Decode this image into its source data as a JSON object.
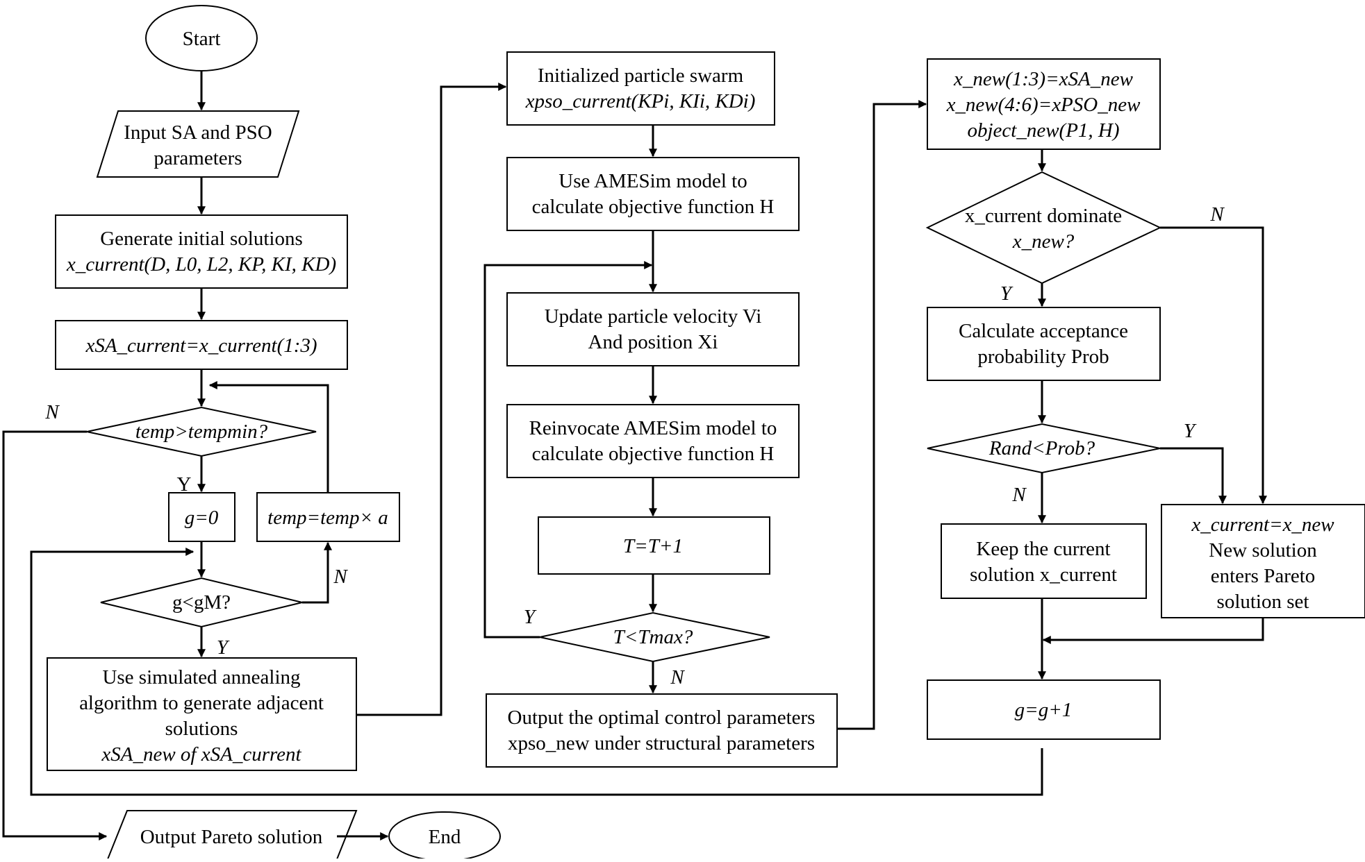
{
  "nodes": {
    "start": "Start",
    "input_l1": "Input SA and PSO",
    "input_l2": "parameters",
    "gen_l1": "Generate initial solutions",
    "gen_l2": "x_current(D, L0, L2, KP, KI, KD)",
    "sa_assign": "xSA_current=x_current(1:3)",
    "temp_check": "temp>tempmin?",
    "g_zero": "g=0",
    "temp_update": "temp=temp× a",
    "g_check": "g<gM?",
    "sa_gen_l1": "Use simulated annealing",
    "sa_gen_l2": "algorithm to generate adjacent",
    "sa_gen_l3": "solutions",
    "sa_gen_l4": "xSA_new of xSA_current",
    "output_pareto": "Output Pareto solution",
    "end": "End",
    "pso_init_l1": "Initialized particle swarm",
    "pso_init_l2": "xpso_current(KPi, KIi, KDi)",
    "amesim_l1": "Use AMESim model to",
    "amesim_l2": "calculate objective function H",
    "update_l1": "Update particle velocity Vi",
    "update_l2": "And position Xi",
    "reinvoke_l1": "Reinvocate AMESim model to",
    "reinvoke_l2": "calculate objective function H",
    "t_inc": "T=T+1",
    "t_check": "T<Tmax?",
    "pso_out_l1": "Output the optimal control parameters",
    "pso_out_l2": "xpso_new under structural parameters",
    "new_l1": "x_new(1:3)=xSA_new",
    "new_l2": "x_new(4:6)=xPSO_new",
    "new_l3": "object_new(P1, H)",
    "dominate_l1": "x_current dominate",
    "dominate_l2": "x_new?",
    "prob_l1": "Calculate acceptance",
    "prob_l2": "probability Prob",
    "rand_check": "Rand<Prob?",
    "keep_l1": "Keep the current",
    "keep_l2": "solution x_current",
    "accept_l1": "x_current=x_new",
    "accept_l2": "New solution",
    "accept_l3": "enters Pareto",
    "accept_l4": "solution set",
    "g_inc": "g=g+1"
  },
  "edge_labels": {
    "temp_no": "N",
    "temp_yes": "Y",
    "g_no": "N",
    "g_yes": "Y",
    "t_yes": "Y",
    "t_no": "N",
    "dominate_no": "N",
    "dominate_yes": "Y",
    "rand_yes": "Y",
    "rand_no": "N"
  }
}
